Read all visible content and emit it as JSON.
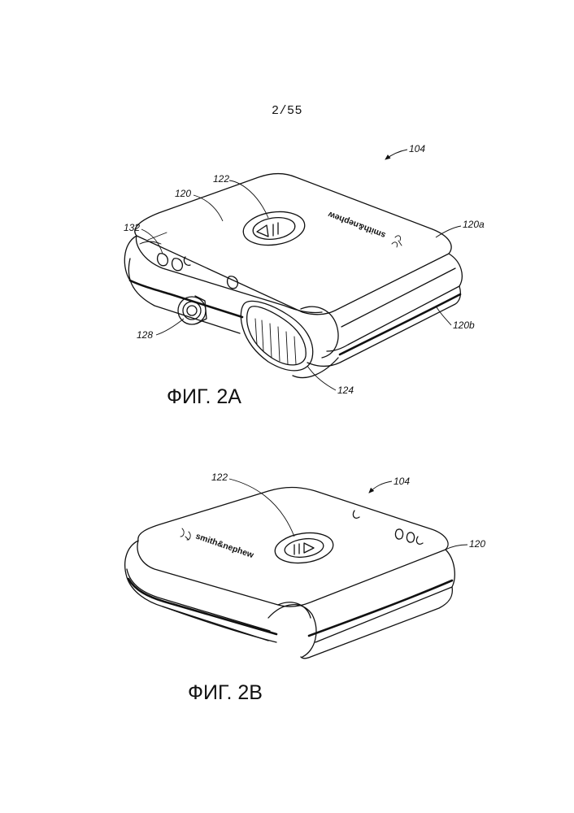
{
  "sheet": {
    "page_number": "2/55"
  },
  "figure_a": {
    "caption": "ФИГ. 2А",
    "refs": {
      "r104": "104",
      "r122": "122",
      "r120": "120",
      "r132": "132",
      "r120a": "120a",
      "r128": "128",
      "r120b": "120b",
      "r124": "124"
    },
    "logo_text": "smith&nephew"
  },
  "figure_b": {
    "caption": "ФИГ. 2В",
    "refs": {
      "r122": "122",
      "r104": "104",
      "r120": "120"
    },
    "logo_text": "smith&nephew"
  },
  "icons": {
    "play_pause": "play-pause-button-icon",
    "logo_mark": "smith-nephew-logo-icon"
  }
}
